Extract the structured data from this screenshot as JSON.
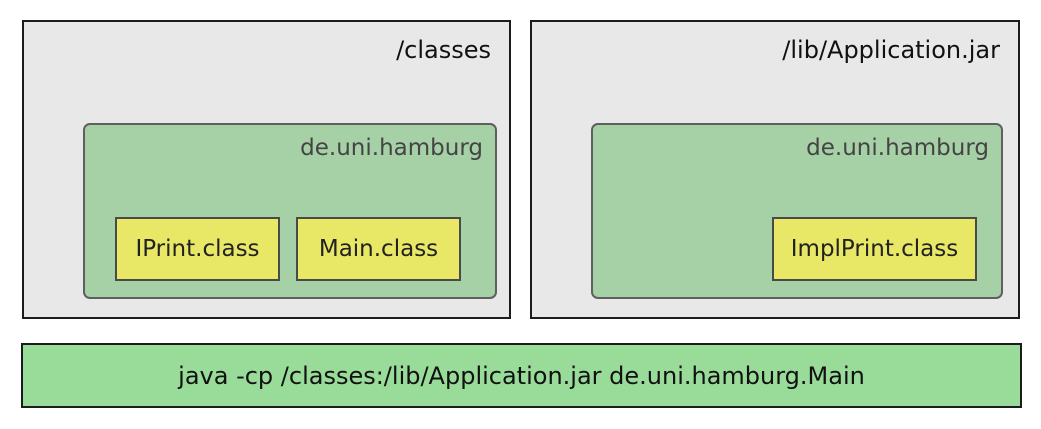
{
  "containers": {
    "classes": {
      "label": "/classes",
      "package": {
        "label": "de.uni.hamburg",
        "files": [
          "IPrint.class",
          "Main.class"
        ]
      }
    },
    "jar": {
      "label": "/lib/Application.jar",
      "package": {
        "label": "de.uni.hamburg",
        "files": [
          "ImplPrint.class"
        ]
      }
    }
  },
  "command": "java -cp /classes:/lib/Application.jar de.uni.hamburg.Main",
  "colors": {
    "container_fill": "#e8e8e8",
    "package_fill": "#a6d1a6",
    "class_fill": "#e8e866",
    "command_fill": "#99dc99"
  }
}
